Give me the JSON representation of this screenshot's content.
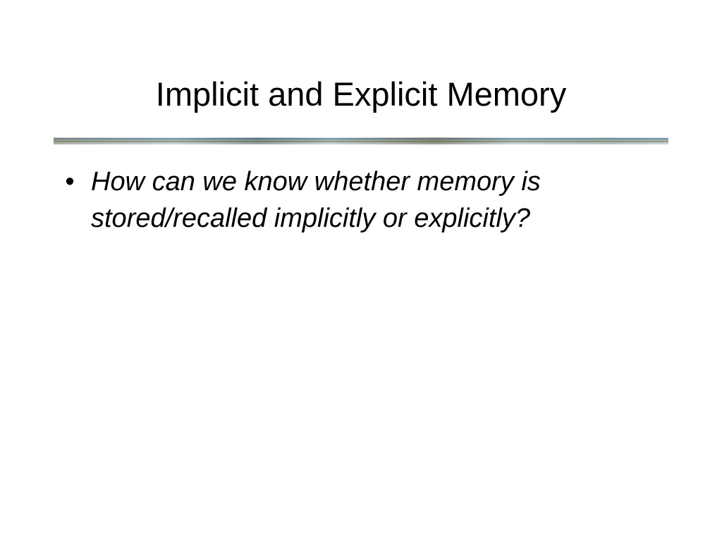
{
  "slide": {
    "title": "Implicit and Explicit Memory",
    "bullets": [
      {
        "marker": "•",
        "text_line1": "How can we know whether memory is",
        "text_line2": "stored/recalled implicitly or explicitly?"
      }
    ]
  }
}
